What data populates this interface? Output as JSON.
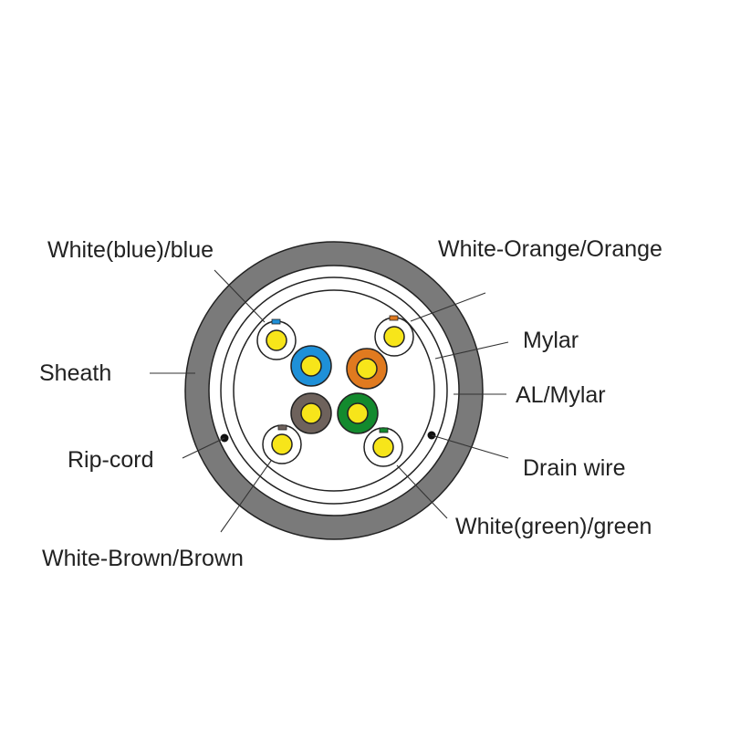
{
  "labels": {
    "white_blue": "White(blue)/blue",
    "white_orange": "White-Orange/Orange",
    "mylar": "Mylar",
    "sheath": "Sheath",
    "al_mylar": "AL/Mylar",
    "rip_cord": "Rip-cord",
    "drain_wire": "Drain wire",
    "white_green": "White(green)/green",
    "white_brown": "White-Brown/Brown"
  },
  "colors": {
    "sheath": "#7a7a7a",
    "blue": "#1e90d8",
    "orange": "#e07a1f",
    "brown": "#6e625c",
    "green": "#138a2e",
    "copper": "#f7e51a"
  }
}
